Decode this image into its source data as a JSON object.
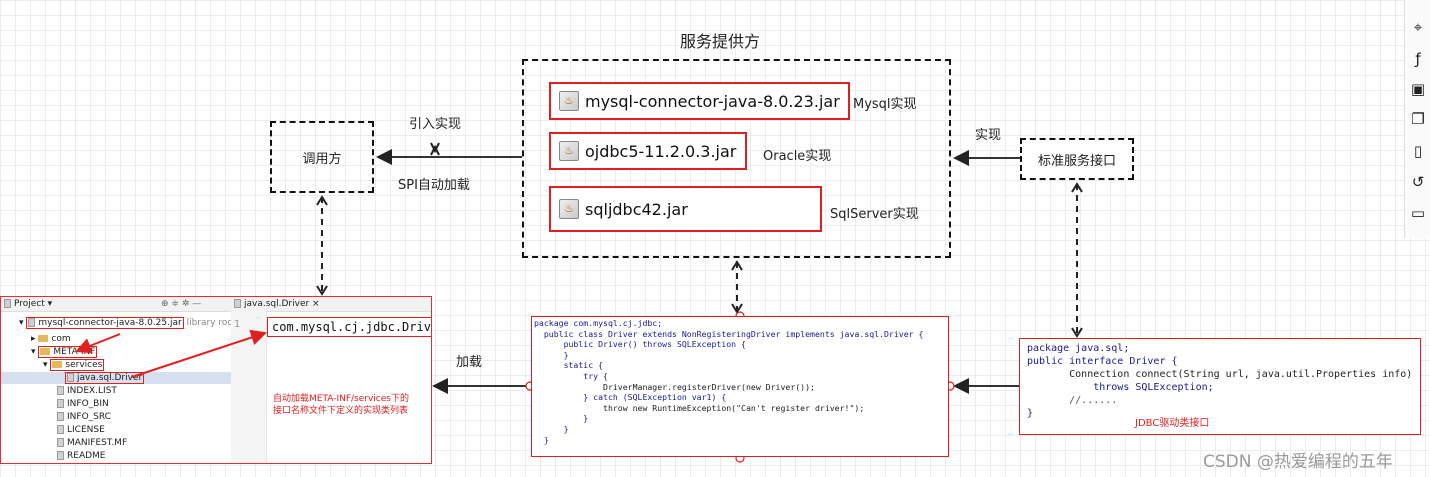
{
  "diagram": {
    "provider_title": "服务提供方",
    "caller_label": "调用方",
    "std_interface_label": "标准服务接口",
    "import_impl_label": "引入实现",
    "spi_label": "SPI自动加载",
    "impl_label": "实现",
    "load_label": "加载",
    "jars": [
      {
        "name": "mysql-connector-java-8.0.23.jar",
        "tag": "Mysql实现"
      },
      {
        "name": "ojdbc5-11.2.0.3.jar",
        "tag": "Oracle实现"
      },
      {
        "name": "sqljdbc42.jar",
        "tag": "SqlServer实现"
      }
    ]
  },
  "ide": {
    "project_label": "Project",
    "tab_label": "java.sql.Driver",
    "root_jar": "mysql-connector-java-8.0.25.jar",
    "root_suffix": "library root",
    "tree": [
      "com",
      "META-INF",
      "services",
      "java.sql.Driver",
      "INDEX.LIST",
      "INFO_BIN",
      "INFO_SRC",
      "LICENSE",
      "MANIFEST.MF",
      "README"
    ],
    "line_no": "1",
    "line_content": "com.mysql.cj.jdbc.Driver",
    "note": "自动加载META-INF/services下的\n接口名称文件下定义的实现类列表"
  },
  "driver_code": {
    "lines": [
      "package com.mysql.cj.jdbc;",
      "  public class Driver extends NonRegisteringDriver implements java.sql.Driver {",
      "      public Driver() throws SQLException {",
      "      }",
      "      static {",
      "          try {",
      "              DriverManager.registerDriver(new Driver());",
      "          } catch (SQLException var1) {",
      "              throw new RuntimeException(\"Can't register driver!\");",
      "          }",
      "      }",
      "  }"
    ]
  },
  "interface_code": {
    "lines": [
      "package java.sql;",
      "public interface Driver {",
      "       Connection connect(String url, java.util.Properties info)",
      "           throws SQLException;",
      "       //......",
      "}"
    ],
    "caption": "JDBC驱动类接口"
  },
  "watermark": "CSDN @热爱编程的五年",
  "toolbar_icons": [
    "crosshair-icon",
    "formula-icon",
    "calendar-icon",
    "layers-icon",
    "page-icon",
    "history-icon",
    "comment-icon"
  ]
}
